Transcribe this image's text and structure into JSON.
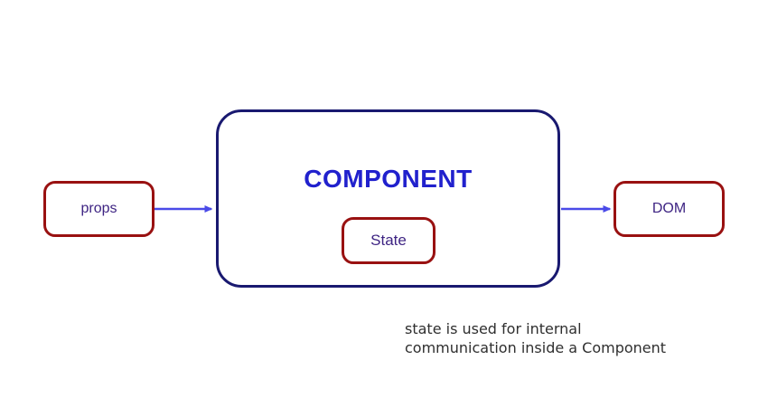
{
  "diagram": {
    "component": {
      "label": "COMPONENT"
    },
    "state": {
      "label": "State"
    },
    "props": {
      "label": "props"
    },
    "dom": {
      "label": "DOM"
    },
    "caption": {
      "line1": "state is used for internal",
      "line2": "communication inside a Component"
    },
    "colors": {
      "node_border": "#991111",
      "component_border": "#191970",
      "component_text": "#2121cd",
      "node_text": "#3e2483",
      "arrow": "#4a4ae8",
      "caption_text": "#2f2f2f",
      "background": "#ffffff"
    },
    "icons": {
      "arrow_left": "props-to-component-arrow-icon",
      "arrow_right": "component-to-dom-arrow-icon"
    }
  }
}
